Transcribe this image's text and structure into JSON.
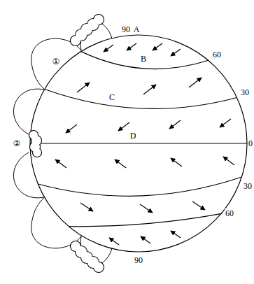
{
  "diagram": {
    "labels": [
      "90",
      "A",
      "60",
      "B",
      "①",
      "30",
      "C",
      "D",
      "②",
      "0",
      "30",
      "60",
      "90"
    ]
  }
}
